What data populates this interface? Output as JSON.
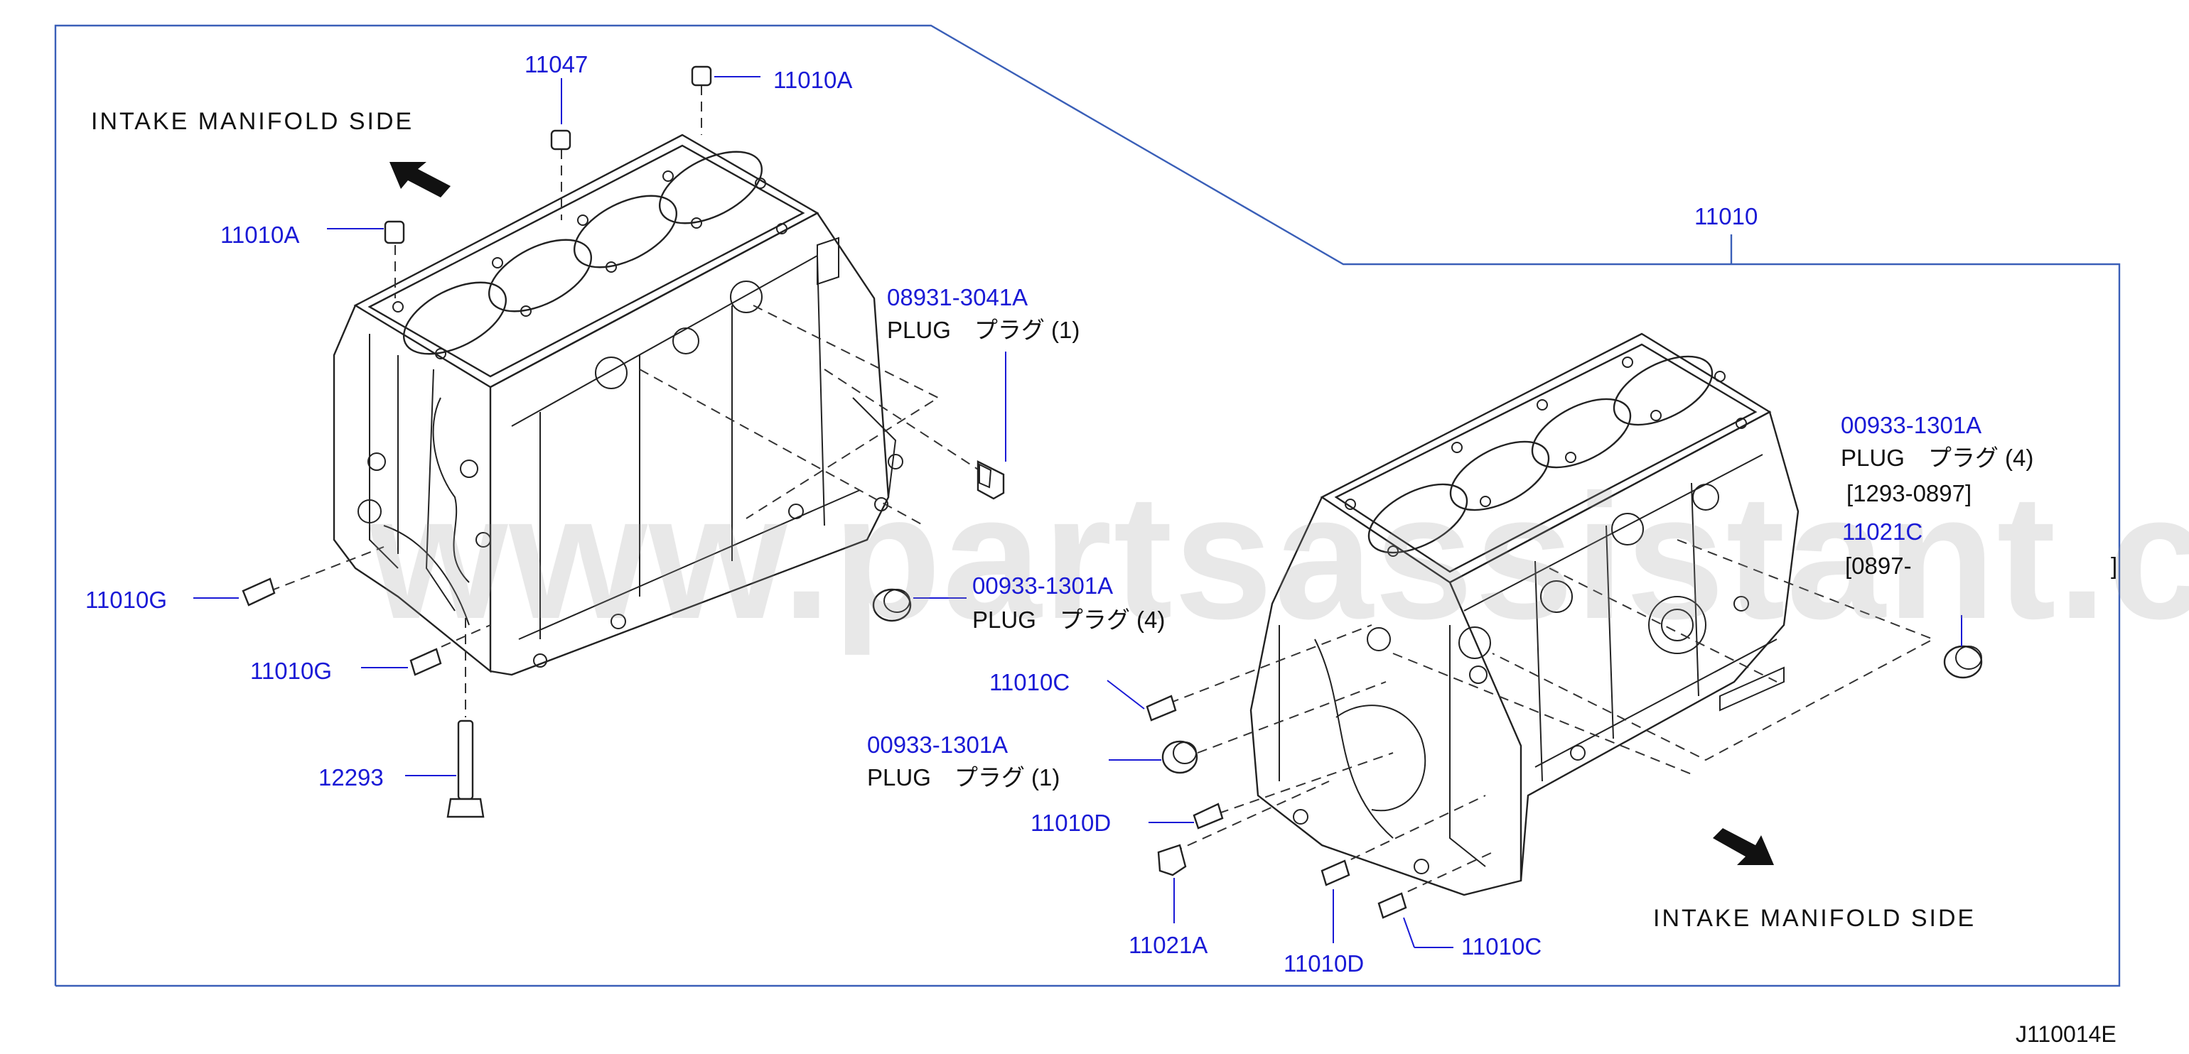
{
  "diagram_code": "J110014E",
  "watermark": "www.partsassistant.com",
  "left_view": {
    "direction_label": "INTAKE  MANIFOLD  SIDE",
    "callouts": {
      "c11047": "11047",
      "c11010A_top": "11010A",
      "c11010A_left": "11010A",
      "c08931_part": "08931-3041A",
      "c08931_desc": "PLUG　プラグ (1)",
      "c00933_part": "00933-1301A",
      "c00933_desc": "PLUG　プラグ (4)",
      "c11010G_1": "11010G",
      "c11010G_2": "11010G",
      "c12293": "12293"
    }
  },
  "right_view": {
    "assembly_part": "11010",
    "direction_label": "INTAKE  MANIFOLD  SIDE",
    "callouts": {
      "c00933_part": "00933-1301A",
      "c00933_desc": "PLUG　プラグ (4)",
      "c00933_range": "[1293-0897]",
      "c11021C": "11021C",
      "c11021C_range": "[0897-",
      "c11021C_range_end": "]",
      "c11010C_1": "11010C",
      "c00933b_part": "00933-1301A",
      "c00933b_desc": "PLUG　プラグ (1)",
      "c11010D_1": "11010D",
      "c11021A": "11021A",
      "c11010D_2": "11010D",
      "c11010C_2": "11010C"
    }
  },
  "colors": {
    "part_number": "#1a1ad6",
    "frame": "#3a5fb8",
    "line": "#222222"
  }
}
